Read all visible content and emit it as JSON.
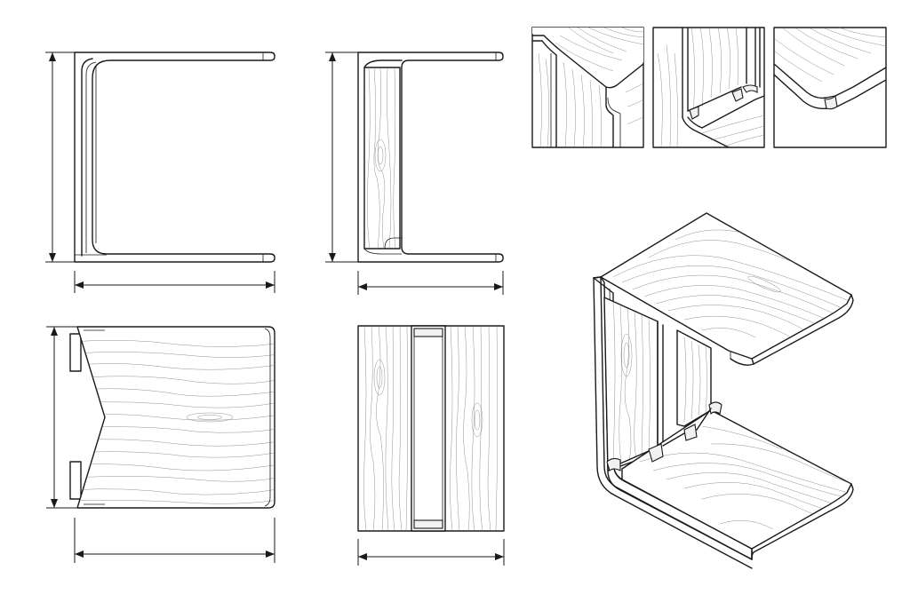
{
  "drawing": {
    "background": "#ffffff",
    "line_color": "#1a1a1a",
    "views": [
      {
        "id": "front-elevation"
      },
      {
        "id": "side-elevation"
      },
      {
        "id": "top-plan"
      },
      {
        "id": "bottom-plan"
      },
      {
        "id": "detail-top-corner"
      },
      {
        "id": "detail-brackets"
      },
      {
        "id": "detail-rounded-edge"
      },
      {
        "id": "isometric-view"
      }
    ]
  }
}
